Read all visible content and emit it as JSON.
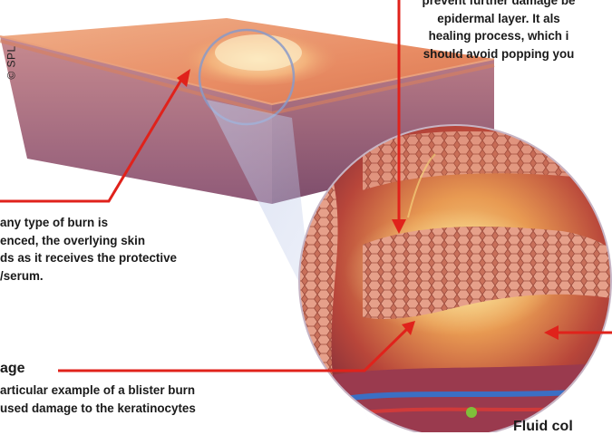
{
  "credit": "© SPL",
  "top_right_text": {
    "line1": "prevent further damage be",
    "line2": "epidermal layer. It als",
    "line3": "healing process, which i",
    "line4": "should avoid popping you"
  },
  "left_text": {
    "line1": "any type of burn is",
    "line2": "enced, the overlying skin",
    "line3": "ds as it receives the protective",
    "line4": "/serum."
  },
  "damage_section": {
    "heading": "age",
    "line1": "articular example of a blister burn",
    "line2": "used damage to the keratinocytes"
  },
  "fluid_heading": "Fluid col",
  "colors": {
    "arrow": "#e0221b",
    "skin_top": "#e8956a",
    "skin_side": "#a06b80",
    "highlight": "#f7e08a"
  }
}
